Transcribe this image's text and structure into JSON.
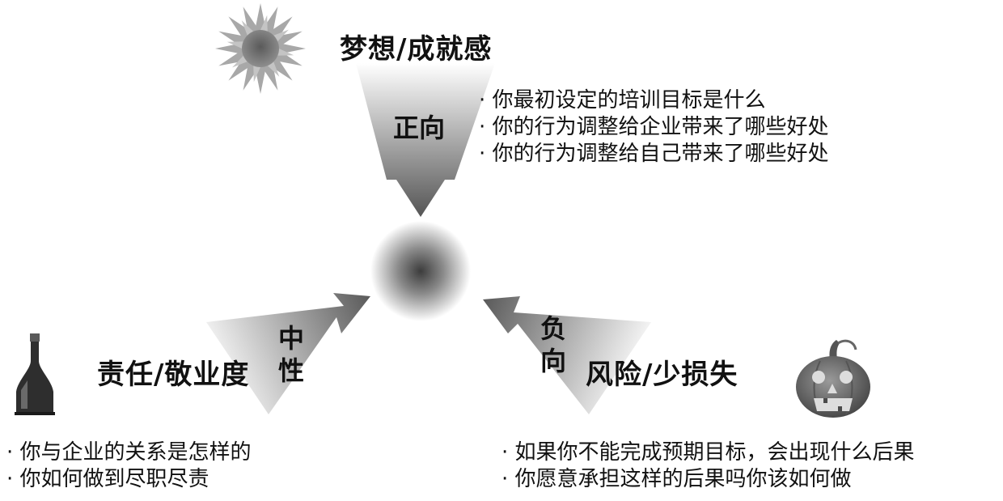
{
  "top": {
    "heading": "梦想/成就感",
    "direction": "正向",
    "bullets": [
      "· 你最初设定的培训目标是什么",
      "· 你的行为调整给企业带来了哪些好处",
      "· 你的行为调整给自己带来了哪些好处"
    ]
  },
  "left": {
    "heading": "责任/敬业度",
    "direction_chars": [
      "中",
      "性"
    ],
    "bullets": [
      "· 你与企业的关系是怎样的",
      "· 你如何做到尽职尽责"
    ]
  },
  "right": {
    "heading": "风险/少损失",
    "direction_chars": [
      "负",
      "向"
    ],
    "bullets": [
      "· 如果你不能完成预期目标，会出现什么后果",
      "· 你愿意承担这样的后果吗你该如何做"
    ]
  },
  "icons": {
    "top": "sun-icon",
    "left": "bottle-icon",
    "right": "pumpkin-icon",
    "center": "center-orb"
  }
}
